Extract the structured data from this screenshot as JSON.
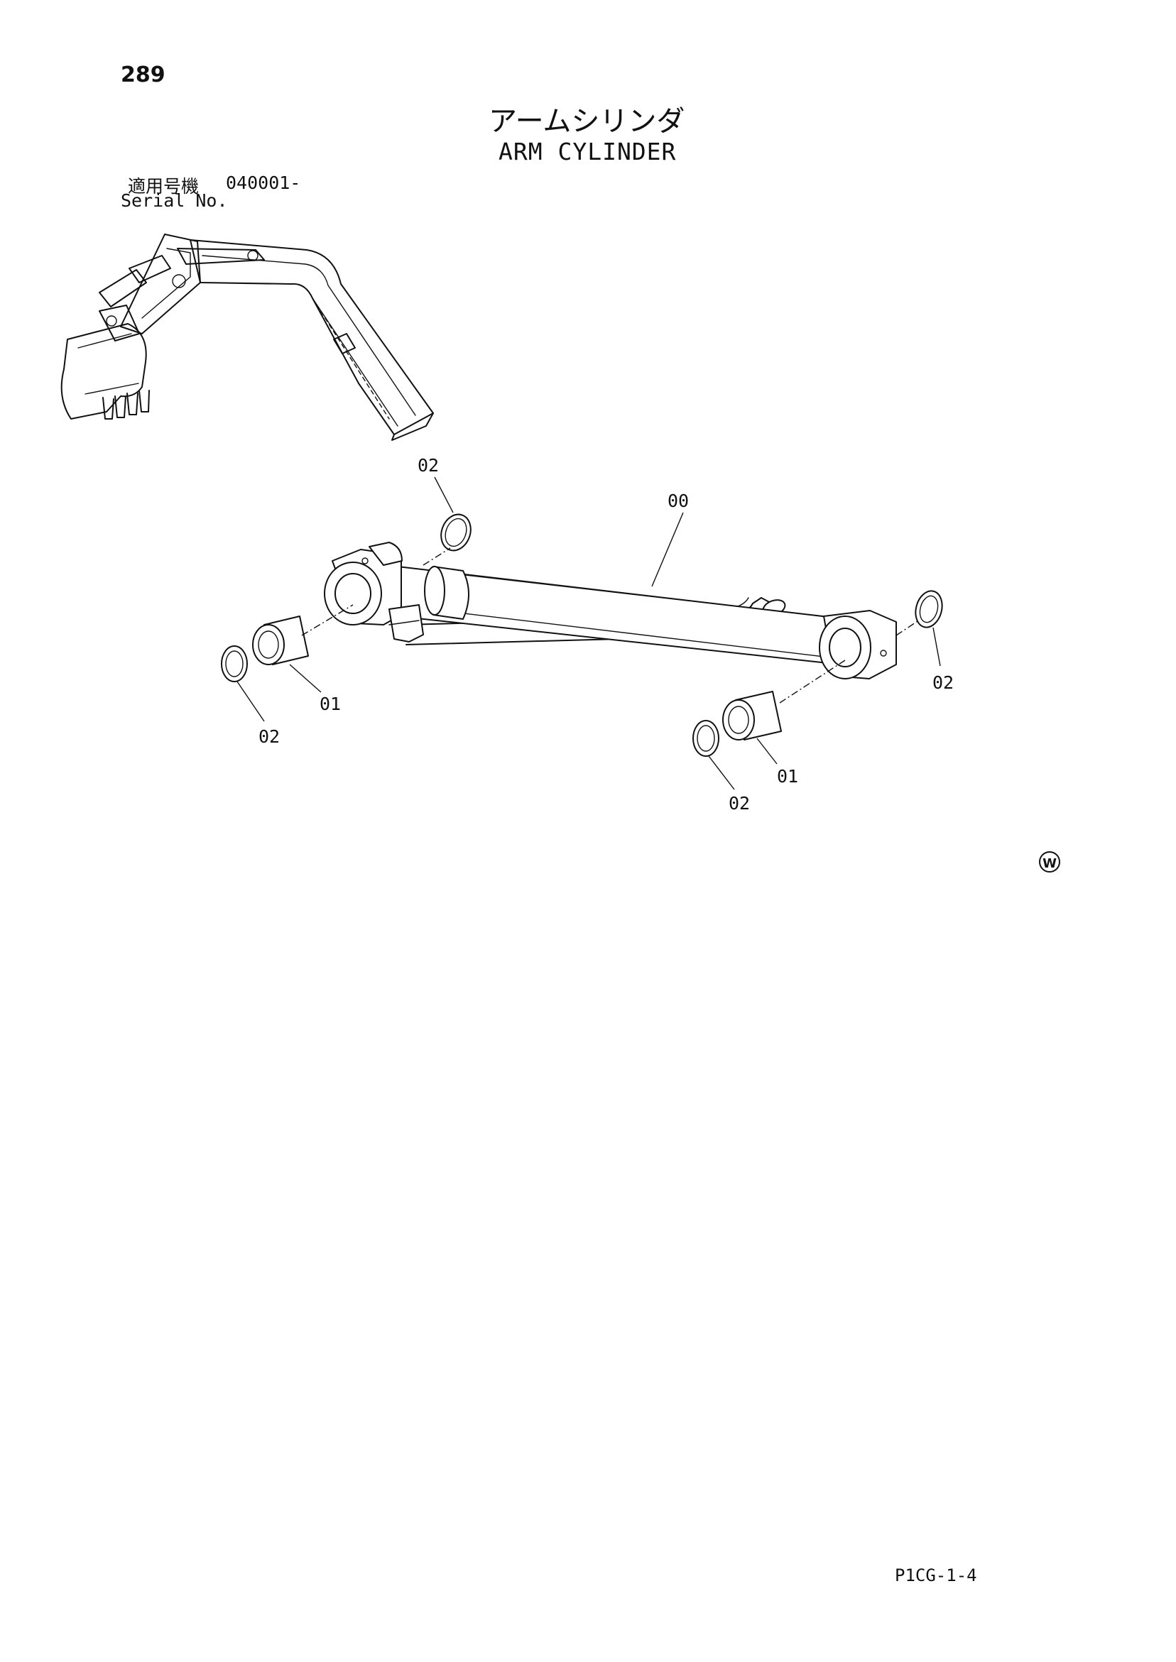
{
  "page": {
    "number": "289",
    "title_jp": "アームシリンダ",
    "title_en": "ARM CYLINDER",
    "serial_label_jp": "適用号機",
    "serial_value": "040001-",
    "serial_label_en": "Serial No.",
    "mark_symbol": "W",
    "drawing_code": "P1CG-1-4"
  },
  "callouts": {
    "cylinder": "00",
    "bushing_left": "01",
    "bushing_right": "01",
    "seal_top": "02",
    "seal_left": "02",
    "seal_right_upper": "02",
    "seal_right_lower": "02"
  }
}
